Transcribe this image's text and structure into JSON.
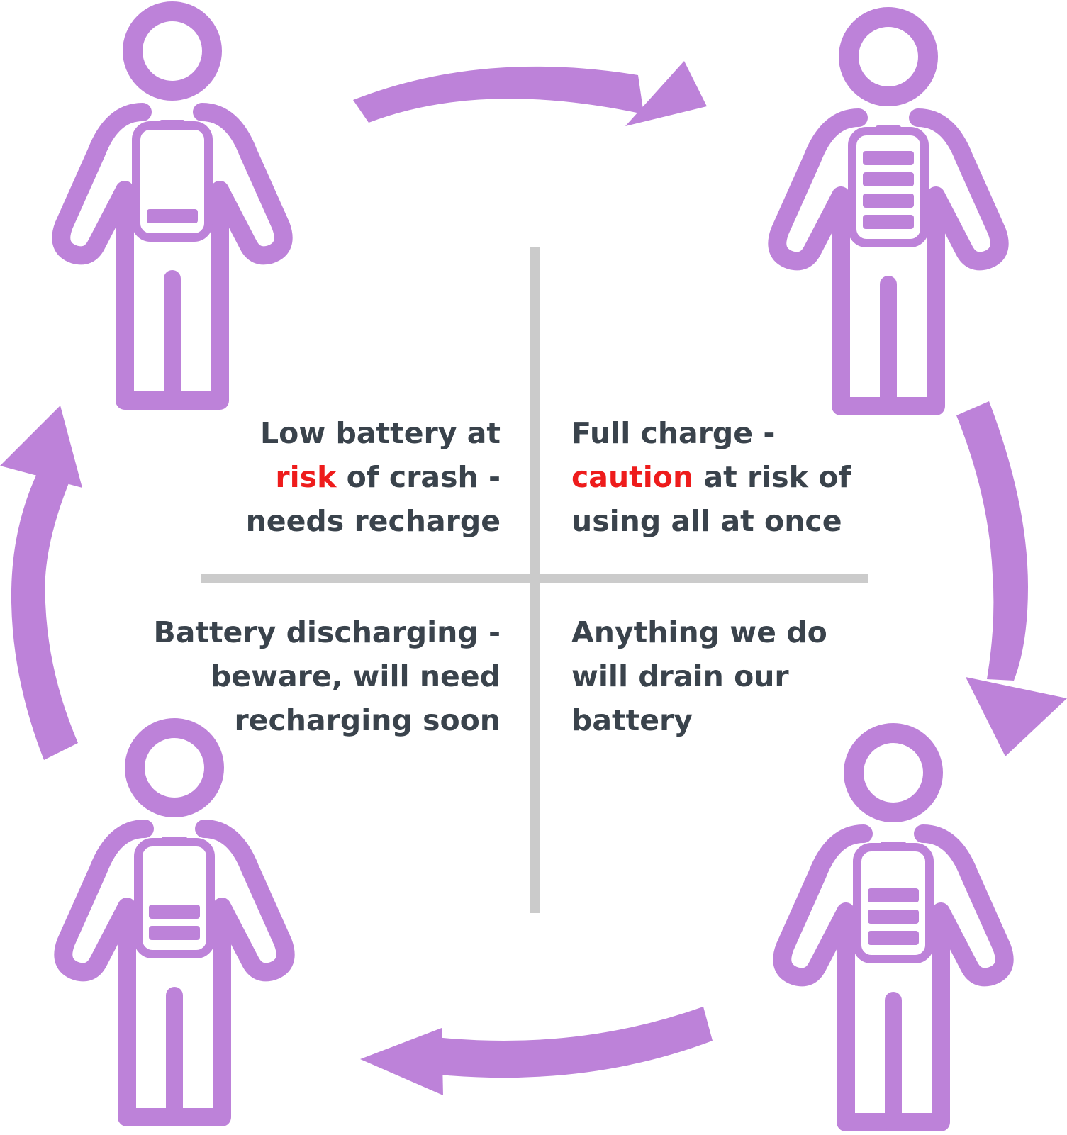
{
  "colors": {
    "figure": "#bd82d9",
    "divider": "#cbcbcb",
    "text": "#3a434c",
    "highlight": "#ee1c1c",
    "background": "#ffffff"
  },
  "figures": [
    {
      "id": "top-left",
      "battery_level": 1,
      "battery_max": 4
    },
    {
      "id": "top-right",
      "battery_level": 4,
      "battery_max": 4
    },
    {
      "id": "bottom-right",
      "battery_level": 3,
      "battery_max": 4
    },
    {
      "id": "bottom-left",
      "battery_level": 2,
      "battery_max": 4
    }
  ],
  "quadrants": {
    "top_left": {
      "line1": "Low battery at",
      "line2_highlight": "risk",
      "line2_rest": " of crash -",
      "line3": "needs recharge"
    },
    "top_right": {
      "line1": "Full charge -",
      "line2_highlight": "caution",
      "line2_rest": " at risk of",
      "line3": "using all at once"
    },
    "bottom_left": {
      "line1": "Battery discharging -",
      "line2": "beware, will need",
      "line3": "recharging soon"
    },
    "bottom_right": {
      "line1": "Anything we do",
      "line2": "will drain our",
      "line3": "battery"
    }
  }
}
